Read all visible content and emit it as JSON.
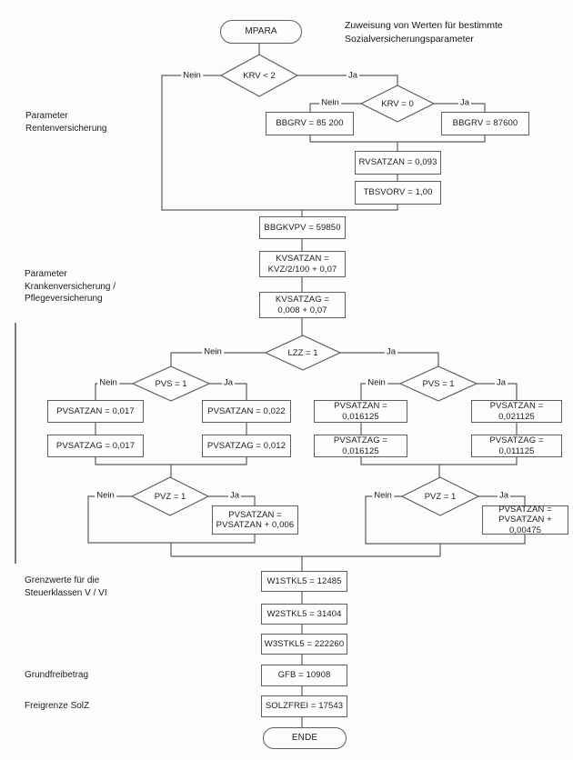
{
  "annotation": {
    "line1": "Zuweisung von Werten für bestimmte",
    "line2": "Sozialversicherungsparameter"
  },
  "branch": {
    "yes": "Ja",
    "no": "Nein"
  },
  "sections": {
    "rente1": "Parameter",
    "rente2": "Rentenversicherung",
    "kranken1": "Parameter",
    "kranken2": "Krankenversicherung /",
    "kranken3": "Pflegeversicherung",
    "grenz1": "Grenzwerte für die",
    "grenz2": "Steuerklassen V / VI",
    "grundfreibetrag": "Grundfreibetrag",
    "freigrenze": "Freigrenze SolZ"
  },
  "nodes": {
    "start": "MPARA",
    "krv_lt_2": "KRV < 2",
    "krv_eq_0": "KRV = 0",
    "bbgrv_nein": "BBGRV = 85 200",
    "bbgrv_ja": "BBGRV = 87600",
    "rvsatzan": "RVSATZAN = 0,093",
    "tbsvorv": "TBSVORV = 1,00",
    "bbgkvpv": "BBGKVPV = 59850",
    "kvsatzan1": "KVSATZAN =",
    "kvsatzan2": "KVZ/2/100 + 0,07",
    "kvsatzag1": "KVSATZAG =",
    "kvsatzag2": "0,008 + 0,07",
    "lzz": "LZZ = 1",
    "pvs_l": "PVS = 1",
    "pvs_r": "PVS = 1",
    "pvsatzan_a": "PVSATZAN = 0,017",
    "pvsatzag_a": "PVSATZAG = 0,017",
    "pvsatzan_b": "PVSATZAN = 0,022",
    "pvsatzag_b": "PVSATZAG = 0,012",
    "pvsatzan_c": "PVSATZAN = 0,016125",
    "pvsatzag_c": "PVSATZAG = 0,016125",
    "pvsatzan_d": "PVSATZAN = 0,021125",
    "pvsatzag_d": "PVSATZAG = 0,011125",
    "pvz_l": "PVZ = 1",
    "pvz_r": "PVZ = 1",
    "pvz_add_l1": "PVSATZAN =",
    "pvz_add_l2": "PVSATZAN + 0,006",
    "pvz_add_r1": "PVSATZAN =",
    "pvz_add_r2": "PVSATZAN + 0,00475",
    "w1": "W1STKL5 = 12485",
    "w2": "W2STKL5 = 31404",
    "w3": "W3STKL5 = 222260",
    "gfb": "GFB = 10908",
    "solzfrei": "SOLZFREI = 17543",
    "end": "ENDE"
  },
  "colors": {
    "line": "#5d5d5d",
    "text": "#1c1c1c",
    "background": "#fcfcfb"
  }
}
